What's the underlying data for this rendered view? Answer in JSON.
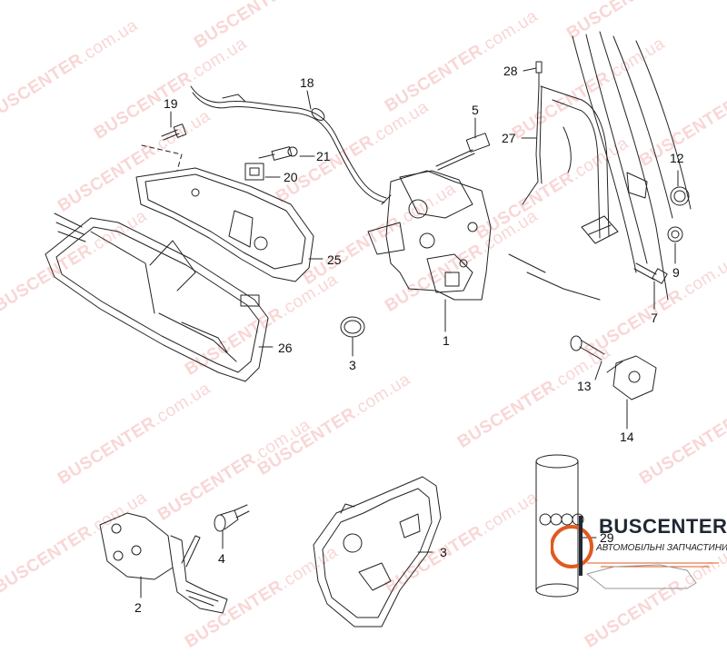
{
  "watermark": {
    "brand": "BUSCENTER",
    "tld": ".com.ua"
  },
  "callouts": [
    {
      "id": "18",
      "text": "18"
    },
    {
      "id": "19",
      "text": "19"
    },
    {
      "id": "28",
      "text": "28"
    },
    {
      "id": "5",
      "text": "5"
    },
    {
      "id": "27",
      "text": "27"
    },
    {
      "id": "21",
      "text": "21"
    },
    {
      "id": "20",
      "text": "20"
    },
    {
      "id": "25",
      "text": "25"
    },
    {
      "id": "12",
      "text": "12"
    },
    {
      "id": "9",
      "text": "9"
    },
    {
      "id": "7",
      "text": "7"
    },
    {
      "id": "1",
      "text": "1"
    },
    {
      "id": "26",
      "text": "26"
    },
    {
      "id": "3a",
      "text": "3"
    },
    {
      "id": "13",
      "text": "13"
    },
    {
      "id": "14",
      "text": "14"
    },
    {
      "id": "4",
      "text": "4"
    },
    {
      "id": "2",
      "text": "2"
    },
    {
      "id": "3b",
      "text": "3"
    },
    {
      "id": "29",
      "text": "29"
    }
  ],
  "logo": {
    "title": "BUSCENTER",
    "subtitle": "АВТОМОБІЛЬНІ ЗАПЧАСТИНИ",
    "colors": {
      "circle": "#e05a1e",
      "text": "#1f2833"
    }
  },
  "colors": {
    "line": "#222222",
    "watermark": "#ec8787"
  }
}
